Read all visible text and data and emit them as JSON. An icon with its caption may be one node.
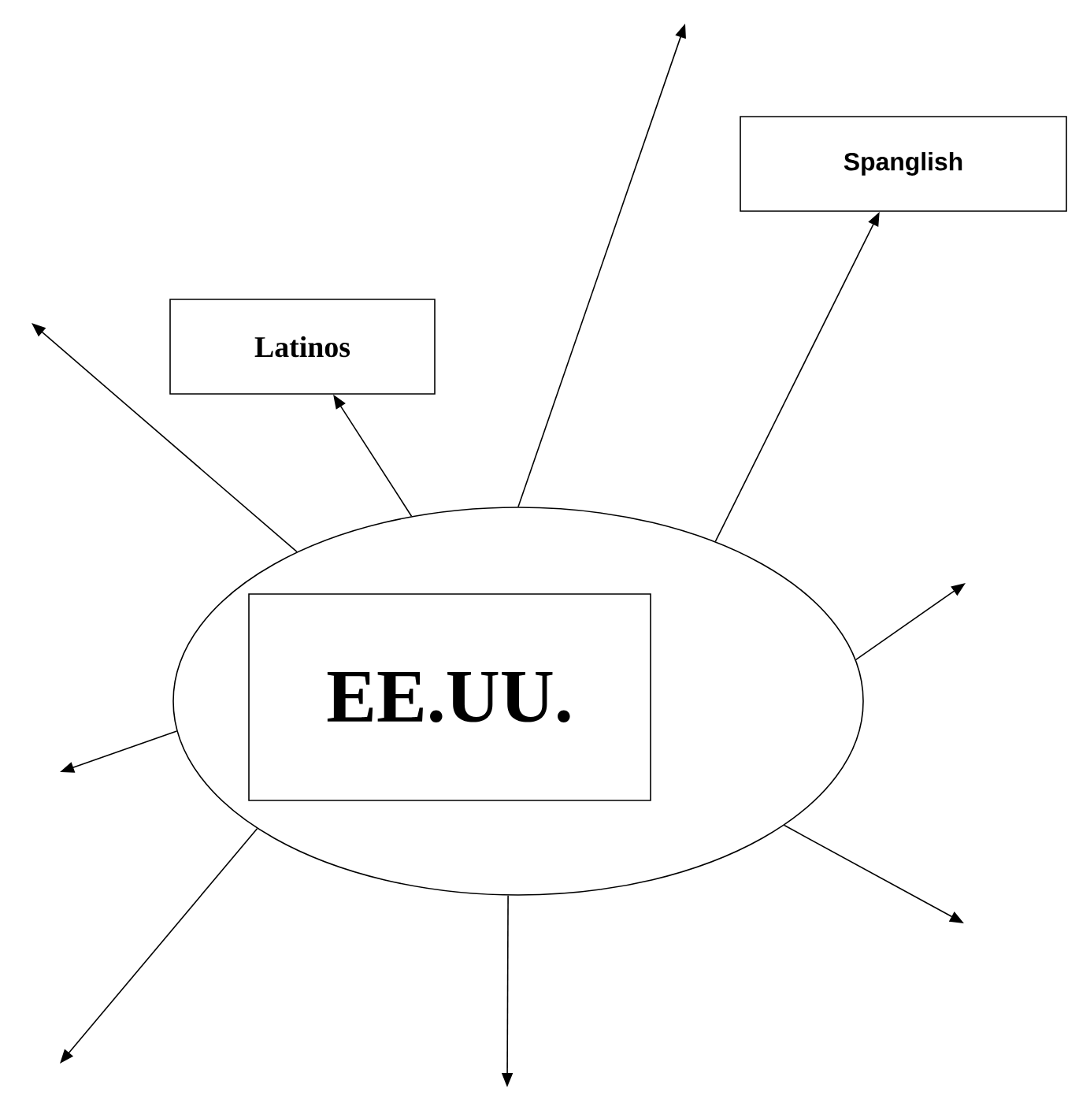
{
  "diagram": {
    "nodes": [
      {
        "text": [],
        "shape": "circle"
      },
      {
        "text": [
          "EE.UU."
        ],
        "in": 0
      },
      {
        "text": [
          "Latinos"
        ]
      },
      {
        "text": [
          "Spanglish"
        ]
      }
    ],
    "edges": [
      {
        "from": 0,
        "to": null,
        "arrow": "to"
      },
      {
        "from": 0,
        "to": 2,
        "arrow": "to"
      },
      {
        "from": 0,
        "to": null,
        "arrow": "to"
      },
      {
        "from": 0,
        "to": 3,
        "arrow": "to"
      },
      {
        "from": 0,
        "to": null,
        "arrow": "to"
      },
      {
        "from": 0,
        "to": null,
        "arrow": "to"
      },
      {
        "from": 0,
        "to": null,
        "arrow": "to"
      },
      {
        "from": 0,
        "to": null,
        "arrow": "to"
      },
      {
        "from": 0,
        "to": null,
        "arrow": "to"
      }
    ]
  }
}
